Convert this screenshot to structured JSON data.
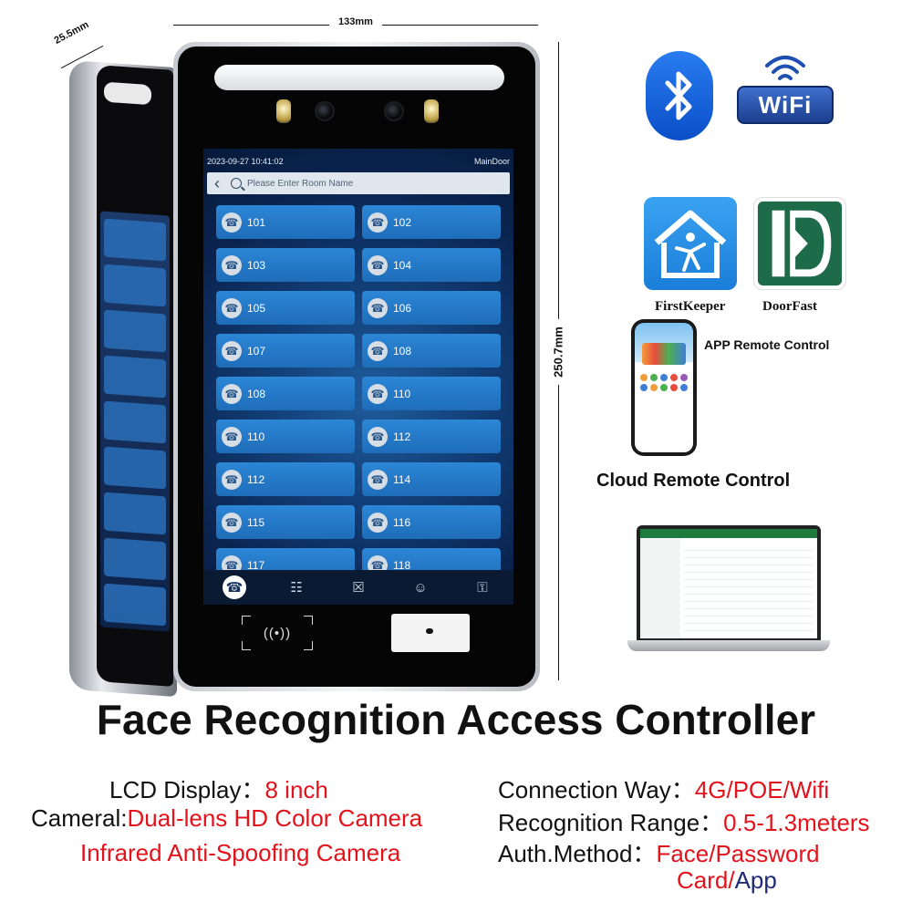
{
  "dimensions": {
    "width_label": "133mm",
    "height_label": "250.7mm",
    "depth_label": "25.5mm"
  },
  "device_screen": {
    "datetime": "2023-09-27 10:41:02",
    "door_name": "MainDoor",
    "search_placeholder": "Please Enter Room Name",
    "rooms": [
      "101",
      "102",
      "103",
      "104",
      "105",
      "106",
      "107",
      "108",
      "108",
      "110",
      "110",
      "112",
      "112",
      "114",
      "115",
      "116",
      "117",
      "118"
    ],
    "nav_icons": [
      "phone-icon",
      "keypad-icon",
      "face-scan-icon",
      "service-icon",
      "shield-key-icon"
    ]
  },
  "features": {
    "apps": [
      {
        "name": "FirstKeeper"
      },
      {
        "name": "DoorFast"
      }
    ],
    "app_remote_label": "APP Remote Control",
    "cloud_remote_label": "Cloud Remote Control",
    "wifi_text": "WiFi",
    "brand_colors": {
      "bluetooth": "#0a4fc8",
      "wifi": "#1c3f8f",
      "firstkeeper": "#1a7ed8",
      "doorfast": "#1e6b4a"
    }
  },
  "title": "Face Recognition Access Controller",
  "specs": {
    "lcd_key": "LCD Display：",
    "lcd_val": "8 inch",
    "camera_key": "Cameral:",
    "camera_val": "Dual-lens HD Color Camera",
    "camera_val2": "Infrared Anti-Spoofing Camera",
    "connection_key": "Connection Way：",
    "connection_val": "4G/POE/Wifi",
    "range_key": "Recognition Range：",
    "range_val": "0.5-1.3meters",
    "auth_key": "Auth.Method：",
    "auth_val1": "Face/Password",
    "auth_val2a": "Card/",
    "auth_val2b": "App"
  },
  "colors": {
    "accent_red": "#e3121b",
    "accent_navy": "#1f2a78"
  }
}
